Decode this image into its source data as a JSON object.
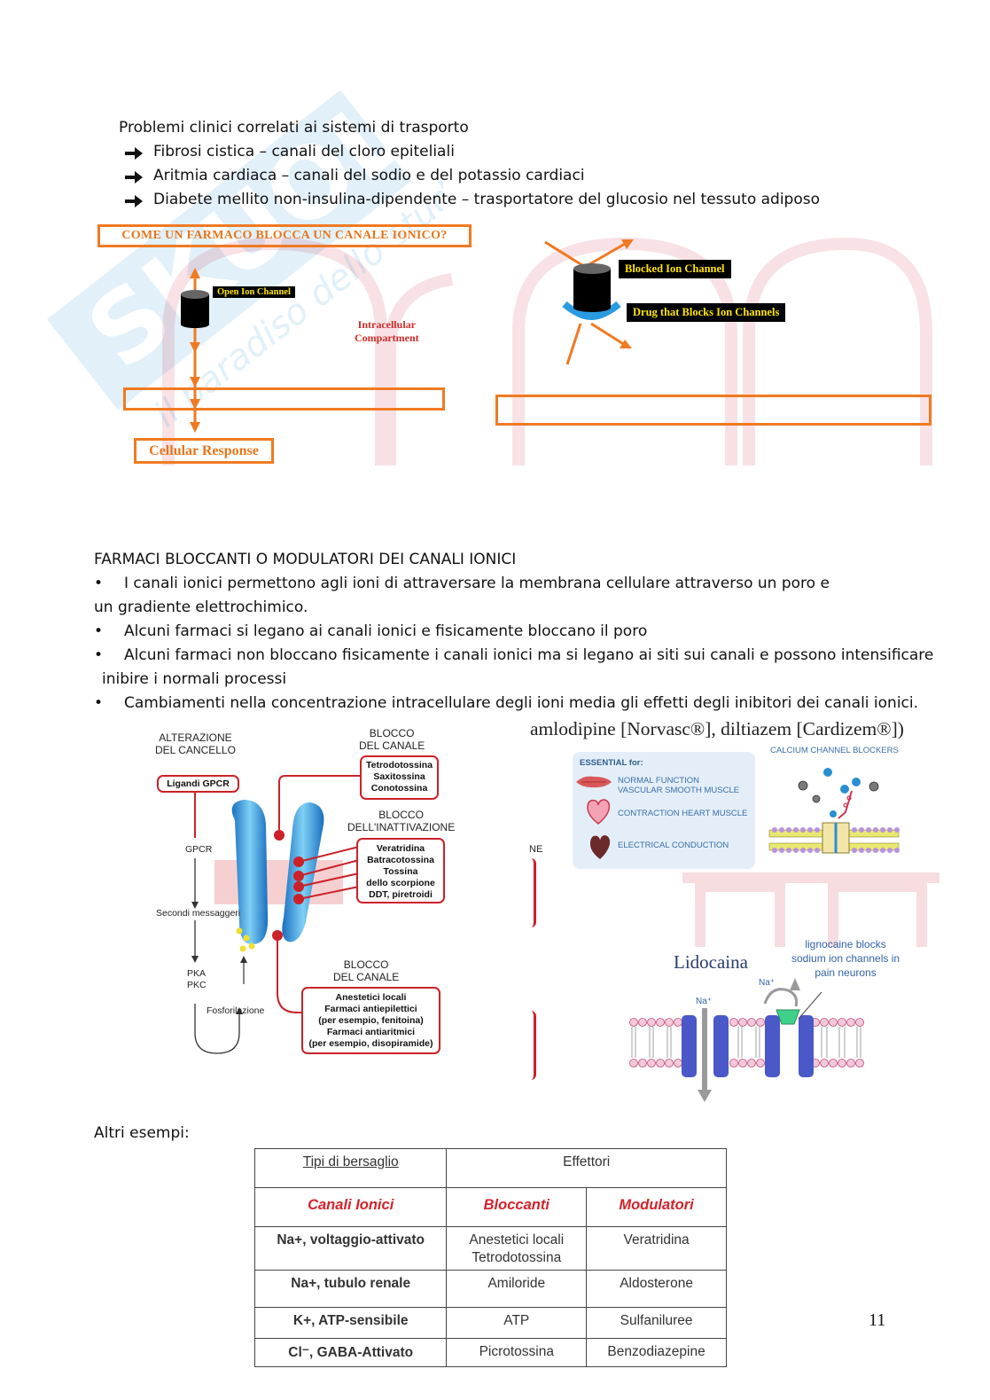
{
  "intro": {
    "title": "Problemi clinici correlati ai sistemi di trasporto",
    "items": [
      "Fibrosi cistica – canali del cloro epiteliali",
      "Aritmia cardiaca – canali del sodio e del potassio cardiaci",
      "Diabete mellito non-insulina-dipendente – trasportatore del glucosio nel tessuto adiposo"
    ]
  },
  "diagram1": {
    "title": "COME UN FARMACO BLOCCA UN CANALE IONICO?",
    "open_channel": "Open Ion Channel",
    "intracellular_line1": "Intracellular",
    "intracellular_line2": "Compartment",
    "cellular_response": "Cellular Response"
  },
  "diagram2": {
    "blocked_channel": "Blocked Ion Channel",
    "drug": "Drug that Blocks Ion Channels"
  },
  "section": {
    "title": "FARMACI BLOCCANTI O MODULATORI DEI CANALI IONICI",
    "bullet1_line1": "I canali ionici permettono agli ioni di attraversare la membrana cellulare attraverso un poro e",
    "bullet1_line2": "un gradiente elettrochimico.",
    "bullet2": "Alcuni farmaci si legano ai canali ionici e fisicamente bloccano il poro",
    "bullet3_line1": "Alcuni farmaci non bloccano fisicamente i canali ionici ma si legano ai siti sui canali e possono intensificare",
    "bullet3_line2": "inibire i normali processi",
    "bullet4": "Cambiamenti nella concentrazione intracellulare degli ioni media gli effetti degli inibitori dei canali ionici."
  },
  "channel_figure": {
    "alterazione_1": "ALTERAZIONE",
    "alterazione_2": "DEL CANCELLO",
    "ligandi": "Ligandi GPCR",
    "gpcr": "GPCR",
    "secondi": "Secondi messaggeri",
    "pka": "PKA",
    "pkc": "PKC",
    "fosforilazione": "Fosforilazione",
    "blocco_canale_1": "BLOCCO",
    "blocco_canale_2": "DEL CANALE",
    "toxins": [
      "Tetrodotossina",
      "Saxitossina",
      "Conotossina"
    ],
    "blocco_inatt_1": "BLOCCO",
    "blocco_inatt_2": "DELL'INATTIVAZIONE",
    "inatt_agents": [
      "Veratridina",
      "Batracotossina",
      "Tossina",
      "dello scorpione",
      "DDT, piretroidi"
    ],
    "blocco_canale_b_1": "BLOCCO",
    "blocco_canale_b_2": "DEL CANALE",
    "drugs": [
      "Anestetici locali",
      "Farmaci antiepilettici",
      "(per esempio, fenitoina)",
      "Farmaci antiaritmici",
      "(per esempio, disopiramide)"
    ],
    "cut_text": "NE"
  },
  "ca_figure": {
    "caption": "amlodipine [Norvasc®], diltiazem [Cardizem®])",
    "essential": "ESSENTIAL for:",
    "items": [
      "NORMAL FUNCTION",
      "VASCULAR SMOOTH MUSCLE",
      "CONTRACTION HEART MUSCLE",
      "ELECTRICAL CONDUCTION"
    ],
    "blockers": "CALCIUM CHANNEL BLOCKERS"
  },
  "lido_figure": {
    "title": "Lidocaina",
    "note": [
      "lignocaine blocks",
      "sodium ion channels in",
      "pain neurons"
    ],
    "na": "Na⁺"
  },
  "altri": "Altri esempi:",
  "table": {
    "h_target": "Tipi di bersaglio",
    "h_effectors": "Effettori",
    "h_canali": "Canali Ionici",
    "h_bloccanti": "Bloccanti",
    "h_modulatori": "Modulatori",
    "rows": [
      {
        "target": "Na+, voltaggio-attivato",
        "block": "Anestetici locali",
        "block2": "Tetrodotossina",
        "mod": "Veratridina"
      },
      {
        "target": "Na+, tubulo renale",
        "block": "Amiloride",
        "block2": "",
        "mod": "Aldosterone"
      },
      {
        "target": "K+, ATP-sensibile",
        "block": "ATP",
        "block2": "",
        "mod": "Sulfaniluree"
      },
      {
        "target": "Cl⁻, GABA-Attivato",
        "block": "Picrotossina",
        "block2": "",
        "mod": "Benzodiazepine"
      }
    ]
  },
  "page_number": "11",
  "colors": {
    "orange": "#f07a22",
    "red": "#cc2129",
    "channel_blue": "#3aa3e0"
  }
}
